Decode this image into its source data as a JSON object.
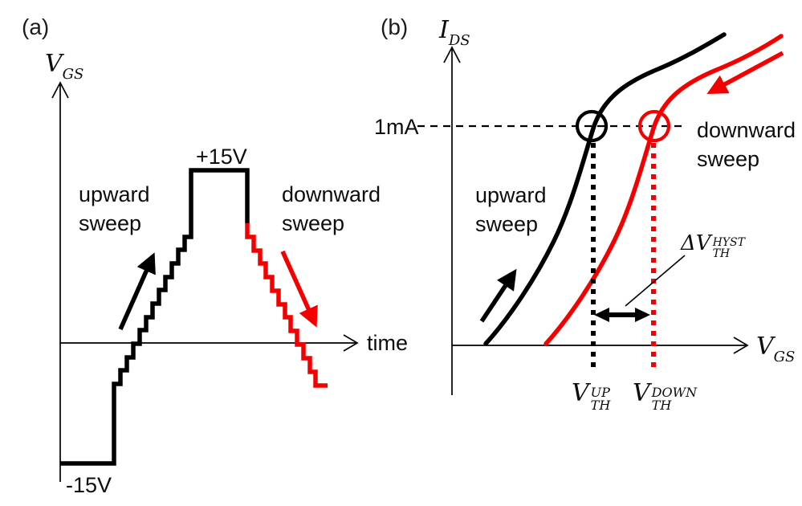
{
  "panel_a": {
    "tag": "(a)",
    "y_axis_label": {
      "base": "V",
      "sub": "GS"
    },
    "x_axis_label": "time",
    "upward_sweep_label": {
      "line1": "upward",
      "line2": "sweep"
    },
    "downward_sweep_label": {
      "line1": "downward",
      "line2": "sweep"
    },
    "peak_level_label": "+15V",
    "min_level_label": "-15V"
  },
  "panel_b": {
    "tag": "(b)",
    "y_axis_label": {
      "base": "I",
      "sub": "DS"
    },
    "x_axis_label": {
      "base": "V",
      "sub": "GS"
    },
    "current_level_label": "1mA",
    "upward_sweep_label": {
      "line1": "upward",
      "line2": "sweep"
    },
    "downward_sweep_label": {
      "line1": "downward",
      "line2": "sweep"
    },
    "vth_up_label": {
      "base": "V",
      "sub": "TH",
      "sup": "UP"
    },
    "vth_down_label": {
      "base": "V",
      "sub": "TH",
      "sup": "DOWN"
    },
    "hysteresis_label": {
      "base": "ΔV",
      "sub": "TH",
      "sup": "HYST"
    }
  },
  "colors": {
    "black": "#000000",
    "red": "#f50000"
  }
}
